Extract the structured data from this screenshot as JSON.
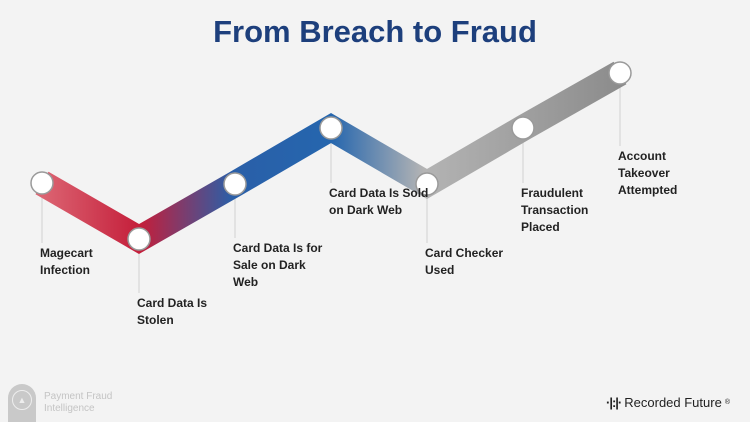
{
  "title": "From Breach to Fraud",
  "steps": [
    {
      "label": "Magecart Infection"
    },
    {
      "label": "Card Data Is Stolen"
    },
    {
      "label": "Card Data Is for Sale on Dark Web"
    },
    {
      "label": "Card Data Is Sold on Dark Web"
    },
    {
      "label": "Card Checker Used"
    },
    {
      "label": "Fraudulent Transaction Placed"
    },
    {
      "label": "Account Takeover Attempted"
    }
  ],
  "footer": {
    "product": "Payment Fraud Intelligence",
    "brand": "Recorded Future",
    "brand_mark": "®"
  },
  "colors": {
    "title": "#1d3f7c",
    "red": "#c41e3a",
    "blue": "#2566ae",
    "gray": "#9a9a9a"
  }
}
